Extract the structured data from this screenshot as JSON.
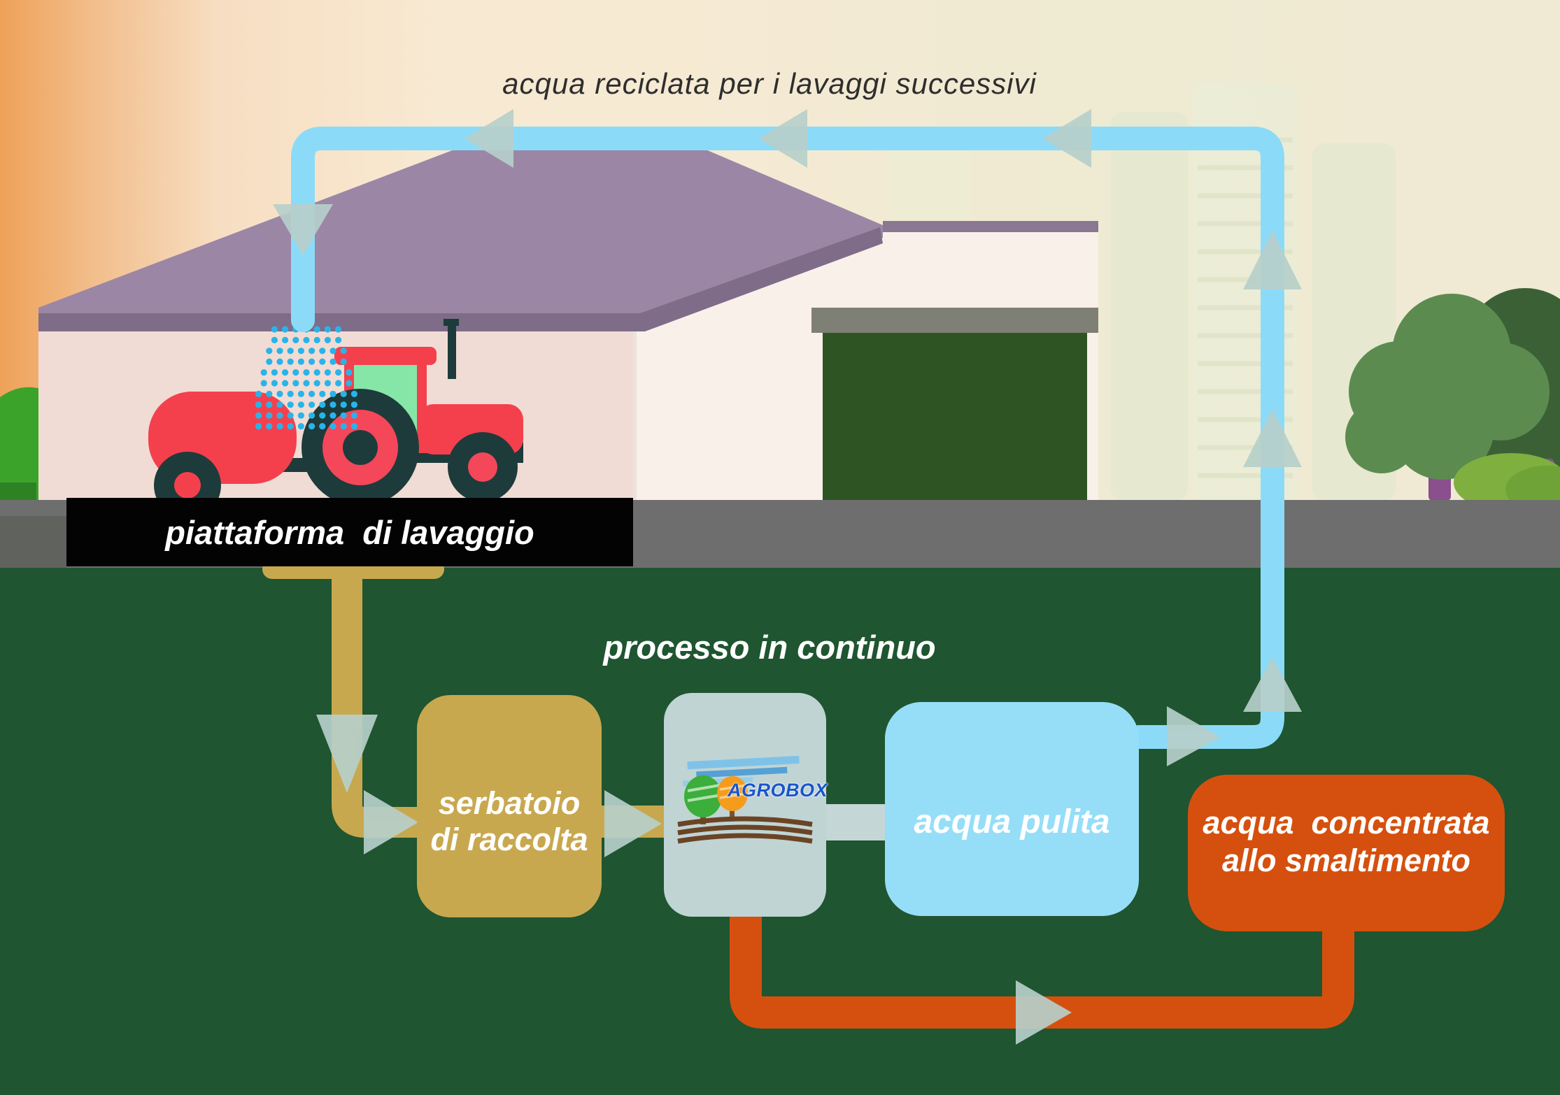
{
  "captions": {
    "recycled_water": "acqua reciclata per i lavaggi successivi",
    "process": "processo in continuo"
  },
  "platform": {
    "label": "piattaforma  di lavaggio"
  },
  "flow": {
    "tank": {
      "line1": "serbatoio",
      "line2": "di raccolta"
    },
    "agrobox": {
      "brand": "AGROBOX"
    },
    "clean_water": {
      "label": "acqua pulita"
    },
    "concentrate": {
      "line1": "acqua  concentrata",
      "line2": "allo smaltimento"
    }
  },
  "icons": {
    "flow_arrow": "triangle-flow-arrow",
    "spray": "water-spray-dots"
  },
  "colors": {
    "pipe_blue": "#8BDBF8",
    "clean_water_blue": "#96DEF8",
    "arrow_gray": "#B6CFCA",
    "gold": "#C8A84F",
    "orange": "#D5500E",
    "teal_box": "#C0D4D4",
    "grass_green": "#1F5530",
    "road_gray": "#6E6E6E",
    "spray_blue": "#29B4E9",
    "roof_purple": "#9C86A6",
    "brand_blue": "#1A55CC",
    "tractor_red": "#F4404D",
    "black_band": "#030303"
  }
}
